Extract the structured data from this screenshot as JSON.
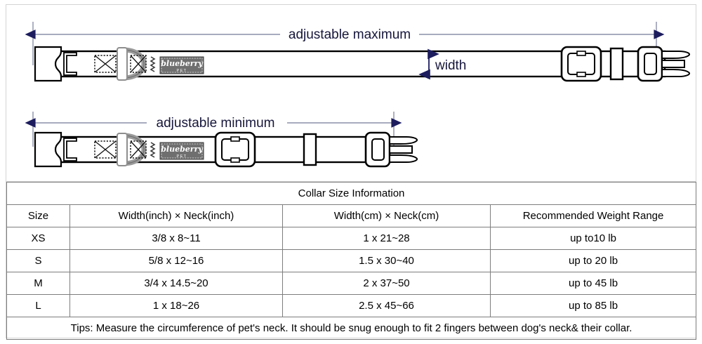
{
  "diagram": {
    "top_collar": {
      "dimension_label": "adjustable maximum",
      "width_label": "width",
      "brand_tag": {
        "name": "blueberry",
        "sub": "PET"
      }
    },
    "bottom_collar": {
      "dimension_label": "adjustable minimum",
      "brand_tag": {
        "name": "blueberry",
        "sub": "PET"
      }
    },
    "colors": {
      "dimension_line": "#8a8fa8",
      "arrow": "#1c1c5e",
      "label_text": "#16163c",
      "outline": "#000000",
      "hardware_gray": "#9a9a9a",
      "tag_gray": "#6f6f6f"
    }
  },
  "table": {
    "title": "Collar Size Information",
    "headers": [
      "Size",
      "Width(inch) × Neck(inch)",
      "Width(cm) × Neck(cm)",
      "Recommended Weight Range"
    ],
    "rows": [
      {
        "size": "XS",
        "inch": "3/8 x 8~11",
        "cm": "1 x 21~28",
        "weight": "up to10 lb"
      },
      {
        "size": "S",
        "inch": "5/8 x 12~16",
        "cm": "1.5 x 30~40",
        "weight": "up to 20 lb"
      },
      {
        "size": "M",
        "inch": "3/4 x 14.5~20",
        "cm": "2 x 37~50",
        "weight": "up to 45 lb"
      },
      {
        "size": "L",
        "inch": "1 x 18~26",
        "cm": "2.5 x 45~66",
        "weight": "up to 85 lb"
      }
    ],
    "tips": "Tips: Measure the circumference of pet's neck. It should be snug enough to fit 2 fingers between dog's neck& their collar."
  }
}
